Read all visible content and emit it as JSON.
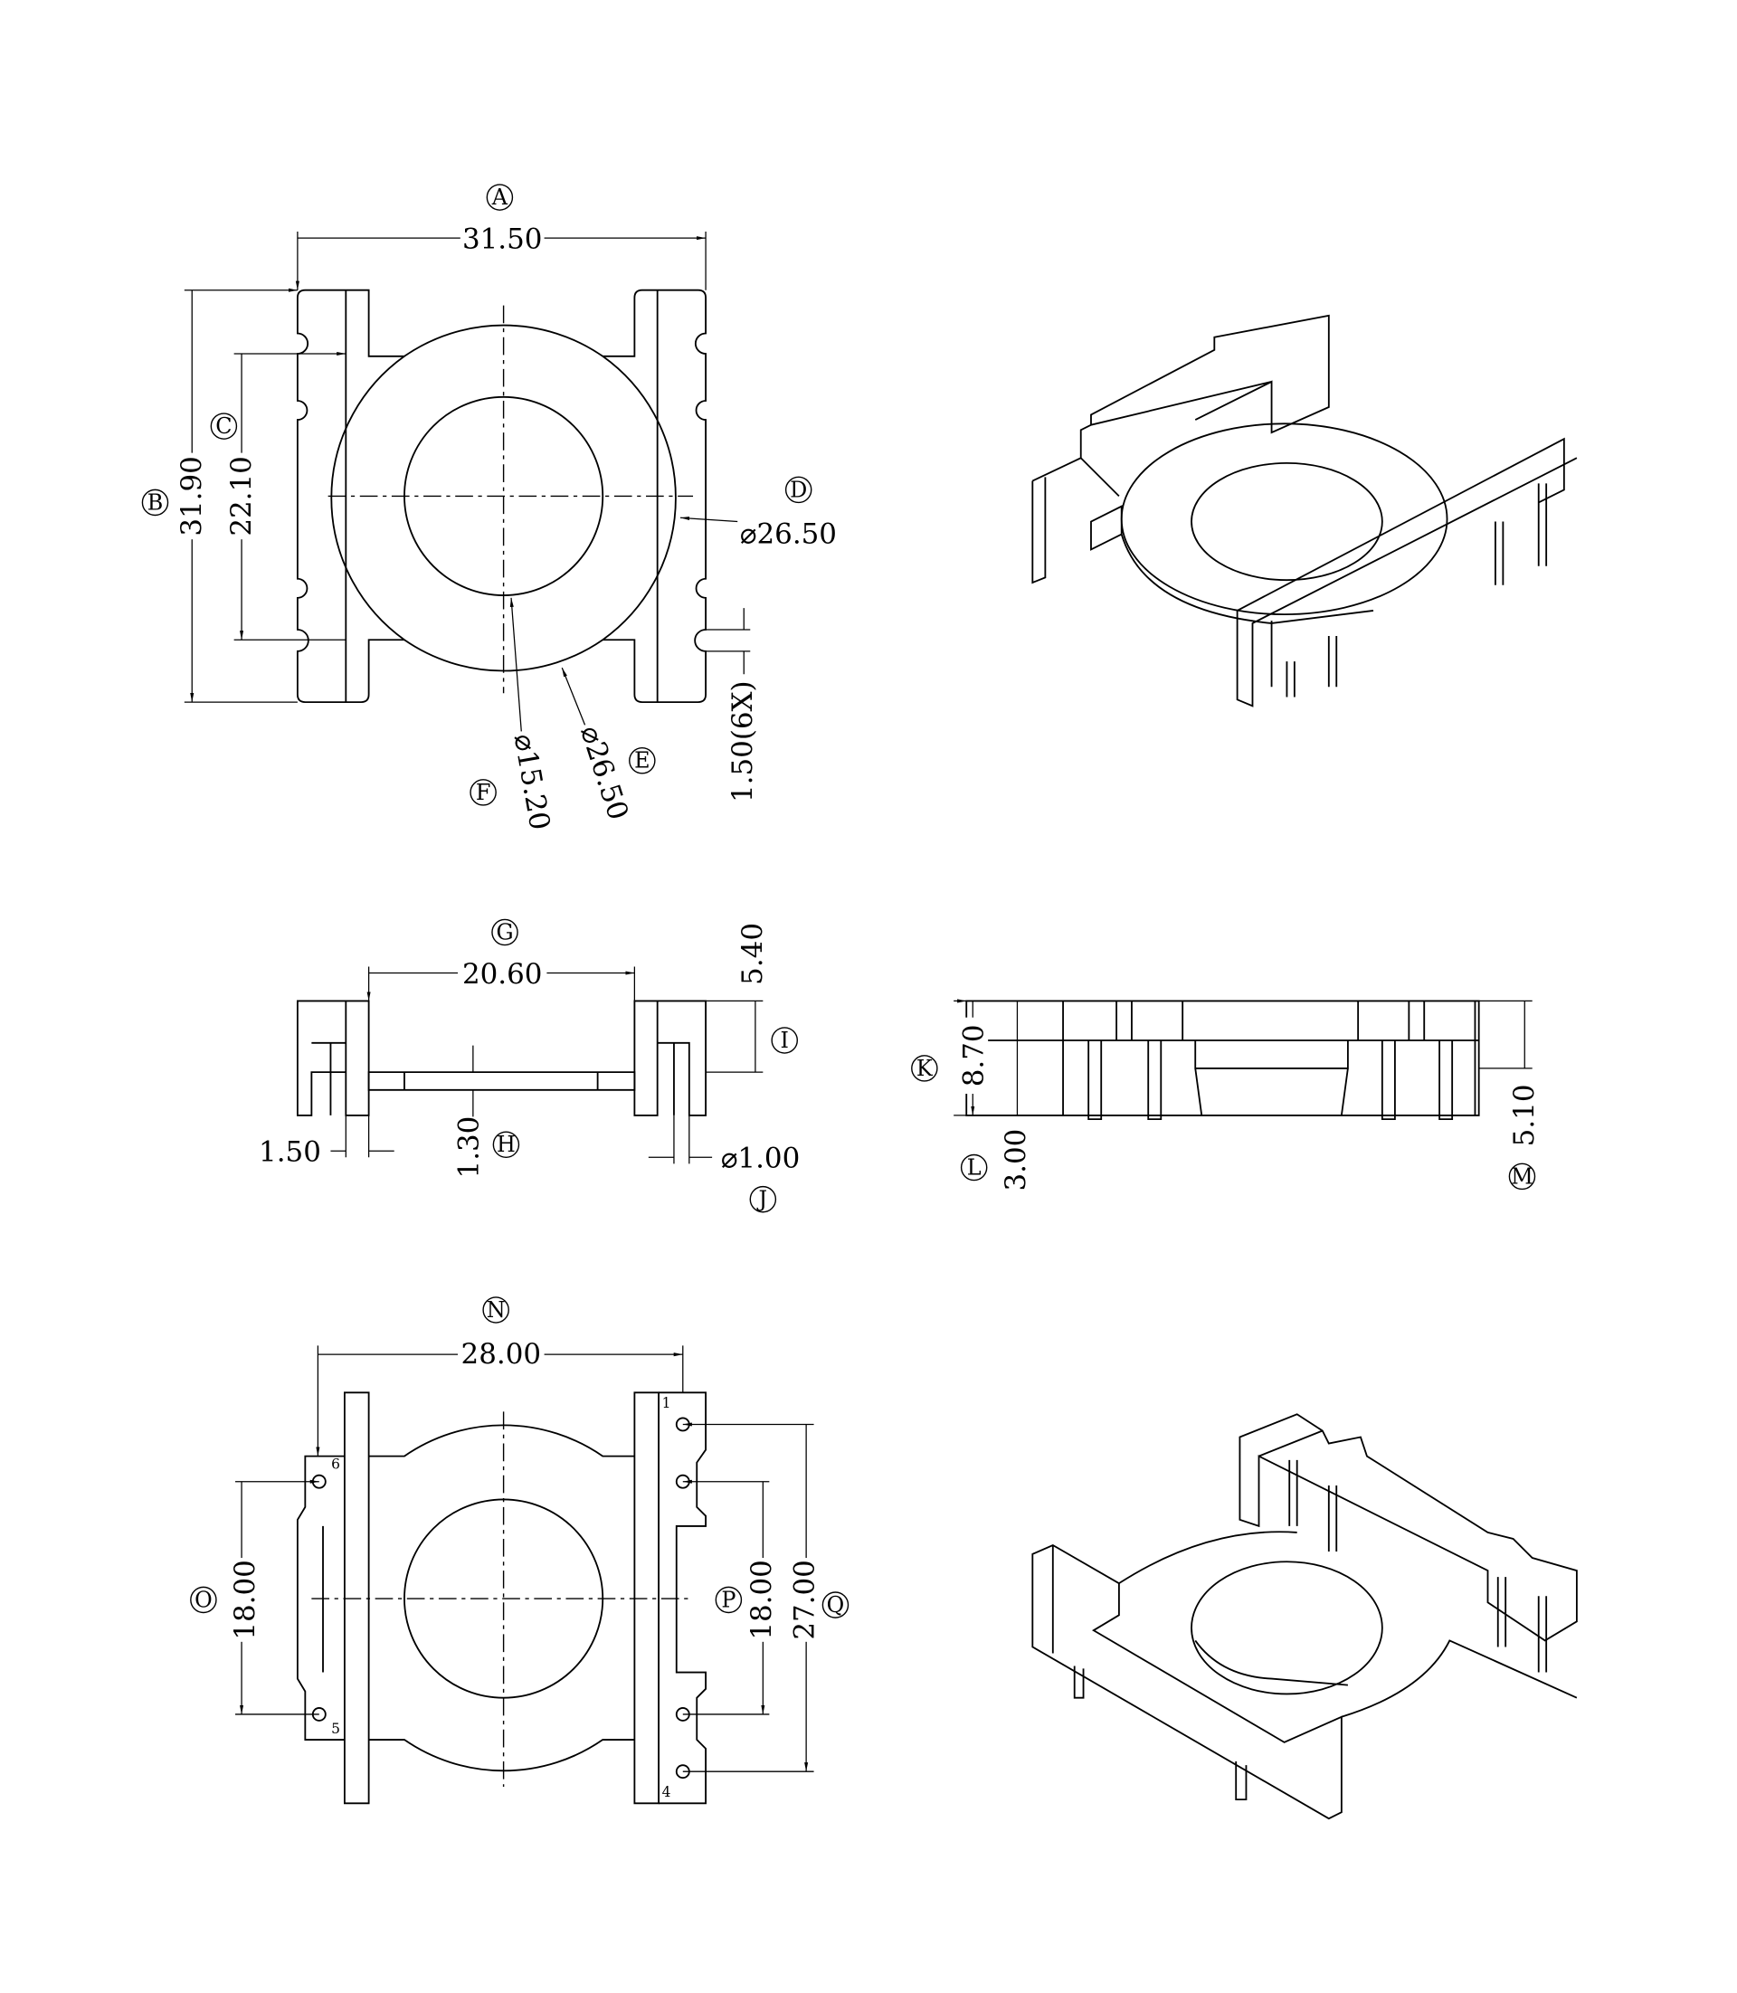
{
  "labels": {
    "A": "A",
    "B": "B",
    "C": "C",
    "D": "D",
    "E": "E",
    "F": "F",
    "G": "G",
    "H": "H",
    "I": "I",
    "J": "J",
    "K": "K",
    "L": "L",
    "M": "M",
    "N": "N",
    "O": "O",
    "P": "P",
    "Q": "Q"
  },
  "dimensions": {
    "A": "31.50",
    "B": "31.90",
    "C": "22.10",
    "D": "⌀26.50",
    "E": "⌀26.50",
    "F": "⌀15.20",
    "slot": "1.50(6X)",
    "G": "20.60",
    "I": "5.40",
    "H": "1.30",
    "pin_offset": "1.50",
    "J": "⌀1.00",
    "K": "8.70",
    "L": "3.00",
    "M": "5.10",
    "N": "28.00",
    "O": "18.00",
    "P": "18.00",
    "Q": "27.00"
  },
  "pins": {
    "p1": "1",
    "p4": "4",
    "p5": "5",
    "p6": "6"
  }
}
